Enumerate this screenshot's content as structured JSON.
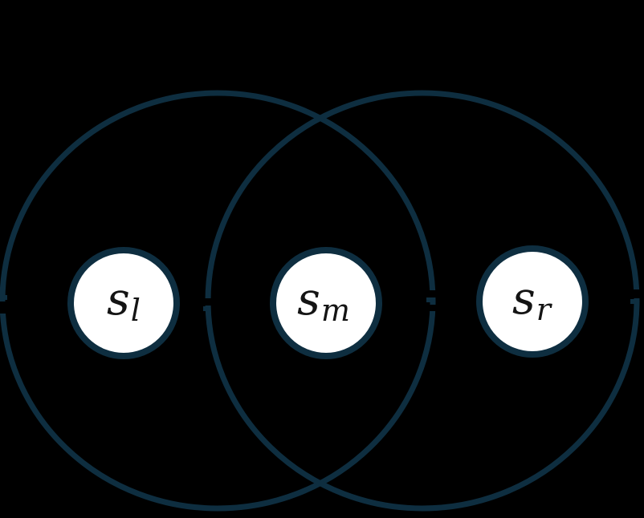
{
  "colors": {
    "background": "#000000",
    "stroke": "#0e2e40",
    "node_fill": "#ffffff",
    "label": "#141414"
  },
  "diagram": {
    "type": "venn",
    "description": "Two large overlapping outline circles with three small white labeled circles",
    "sets": [
      {
        "id": "left-set"
      },
      {
        "id": "right-set"
      }
    ],
    "nodes": [
      {
        "base": "s",
        "sub": "l",
        "region": "left-only"
      },
      {
        "base": "s",
        "sub": "m",
        "region": "intersection"
      },
      {
        "base": "s",
        "sub": "r",
        "region": "right-only"
      }
    ]
  }
}
